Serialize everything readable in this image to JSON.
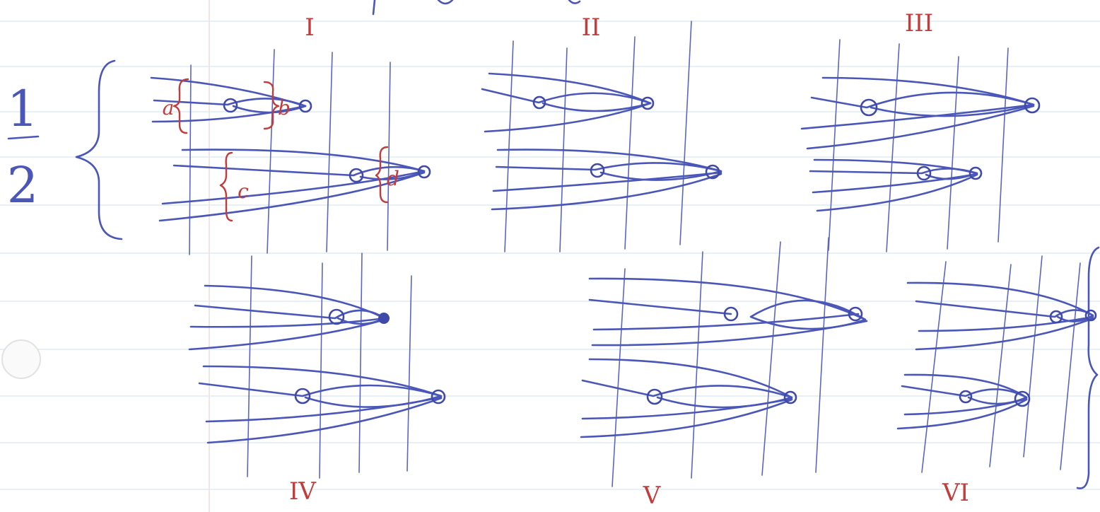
{
  "figure": {
    "fraction": {
      "numerator": "1",
      "denominator": "2"
    },
    "panels": [
      {
        "roman": "I"
      },
      {
        "roman": "II"
      },
      {
        "roman": "III"
      },
      {
        "roman": "IV"
      },
      {
        "roman": "V"
      },
      {
        "roman": "VI"
      }
    ],
    "labels": {
      "a": "a",
      "b": "b",
      "c": "c",
      "d": "d"
    }
  }
}
